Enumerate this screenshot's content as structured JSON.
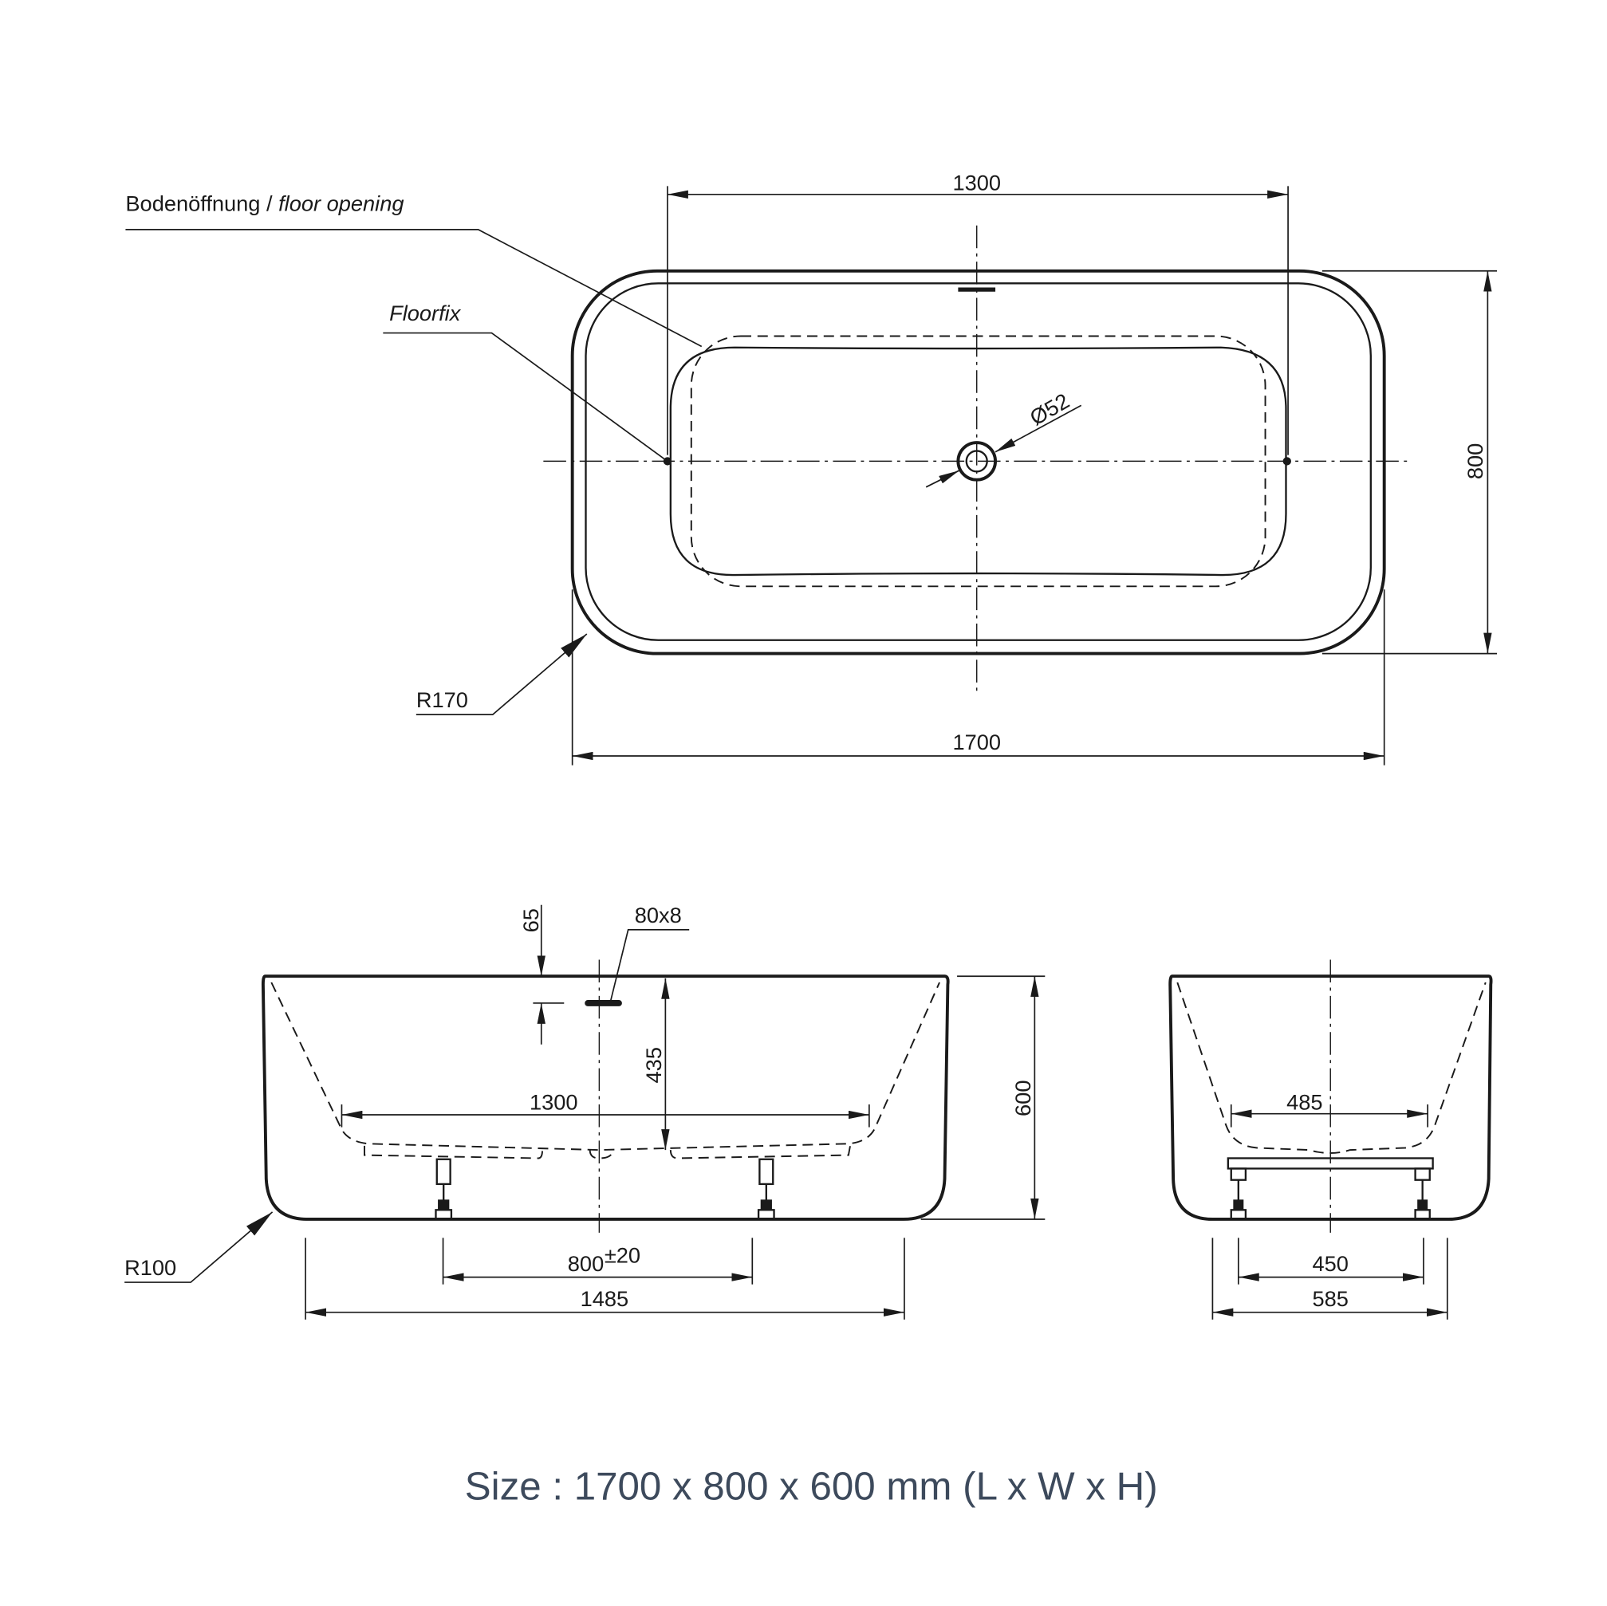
{
  "top_view": {
    "label_floor_opening_de": "Bodenöffnung / ",
    "label_floor_opening_en": "floor opening",
    "label_floorfix": "Floorfix",
    "dim_inner_length": "1300",
    "dim_length": "1700",
    "dim_width": "800",
    "dim_drain": "Ø52",
    "dim_radius": "R170"
  },
  "side_view": {
    "dim_overflow_offset": "65",
    "dim_overflow_size": "80x8",
    "dim_depth": "435",
    "dim_inner_length": "1300",
    "dim_height": "600",
    "dim_radius": "R100",
    "dim_feet_spacing": "800",
    "dim_feet_tolerance": "±20",
    "dim_base_length": "1485"
  },
  "end_view": {
    "dim_inner_width": "485",
    "dim_feet_spacing": "450",
    "dim_base_width": "585"
  },
  "caption": "Size : 1700 x 800 x 600 mm (L x W x H)"
}
